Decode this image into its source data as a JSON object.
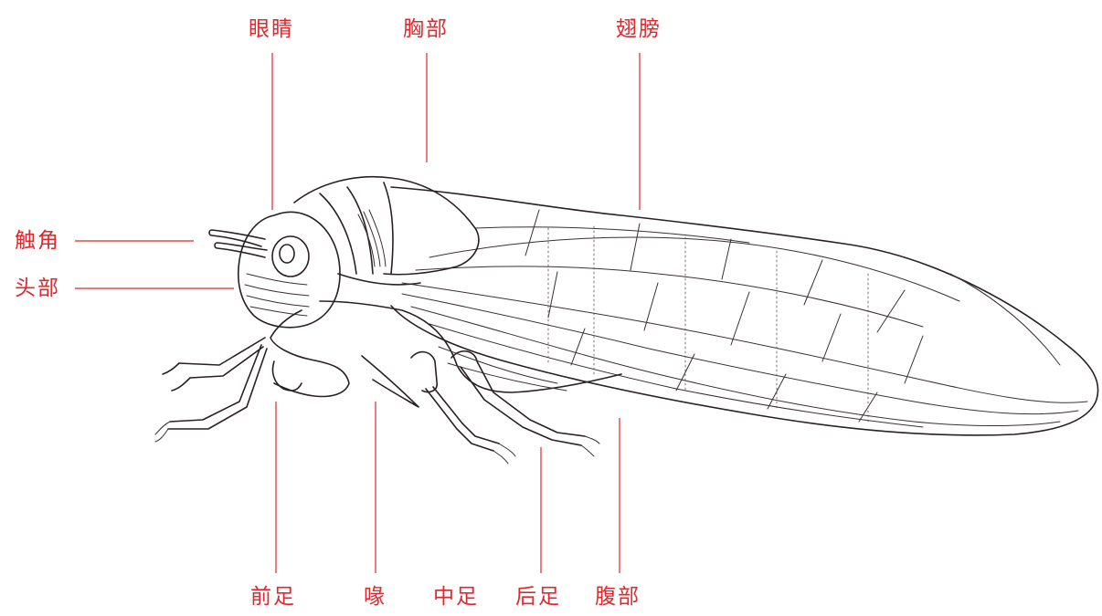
{
  "colors": {
    "label": "#e0282e",
    "leader": "#e0282e",
    "ink": "#2a2023"
  },
  "labels": {
    "eyes": "眼睛",
    "thorax": "胸部",
    "wings": "翅膀",
    "antennae": "触角",
    "head": "头部",
    "foreleg": "前足",
    "beak": "喙",
    "midleg": "中足",
    "hindleg": "后足",
    "abdomen": "腹部"
  }
}
